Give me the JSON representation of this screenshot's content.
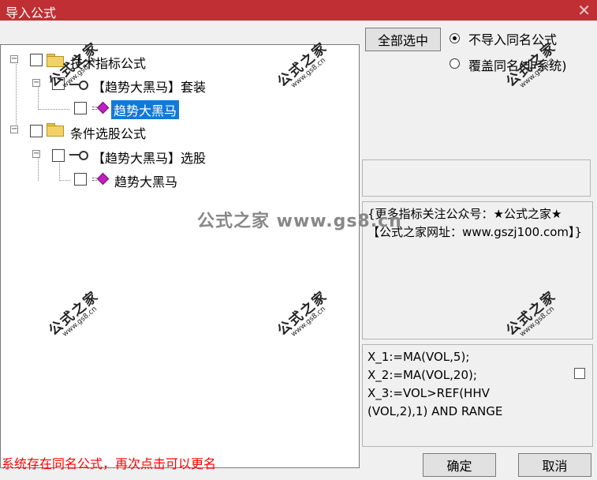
{
  "window": {
    "title": "导入公式",
    "close_glyph": "✕"
  },
  "tree": {
    "expander_glyph": "−",
    "nodes": [
      {
        "id": "tech",
        "label": "技术指标公式",
        "icon": "folder-icon"
      },
      {
        "id": "tech-suite",
        "label": "【趋势大黑马】套装",
        "icon": "key-icon"
      },
      {
        "id": "tech-formula",
        "label": "趋势大黑马",
        "icon": "gem-icon",
        "selected": true
      },
      {
        "id": "cond",
        "label": "条件选股公式",
        "icon": "folder-icon"
      },
      {
        "id": "cond-suite",
        "label": "【趋势大黑马】选股",
        "icon": "key-icon"
      },
      {
        "id": "cond-formula",
        "label": "趋势大黑马",
        "icon": "gem-icon"
      }
    ]
  },
  "controls": {
    "select_all_label": "全部选中",
    "radio_options": [
      {
        "label": "不导入同名公式",
        "checked": true
      },
      {
        "label": "覆盖同名(非系统)",
        "checked": false
      }
    ]
  },
  "description_text": "{更多指标关注公众号：★公式之家★ 【公式之家网址：www.gszj100.com】}",
  "code_lines": [
    "X_1:=MA(VOL,5);",
    "X_2:=MA(VOL,20);",
    "X_3:=VOL>REF(HHV",
    "(VOL,2),1) AND RANGE"
  ],
  "status_text": "系统存在同名公式，再次点击可以更名",
  "buttons": {
    "ok": "确定",
    "cancel": "取消"
  },
  "watermark": {
    "stamp": "公式之家",
    "url": "www.gs8.cn",
    "center": "公式之家 www.gs8.cn"
  },
  "colors": {
    "title_bar": "#bf2f33",
    "selection": "#1379d6",
    "status_text": "#ff0000"
  }
}
